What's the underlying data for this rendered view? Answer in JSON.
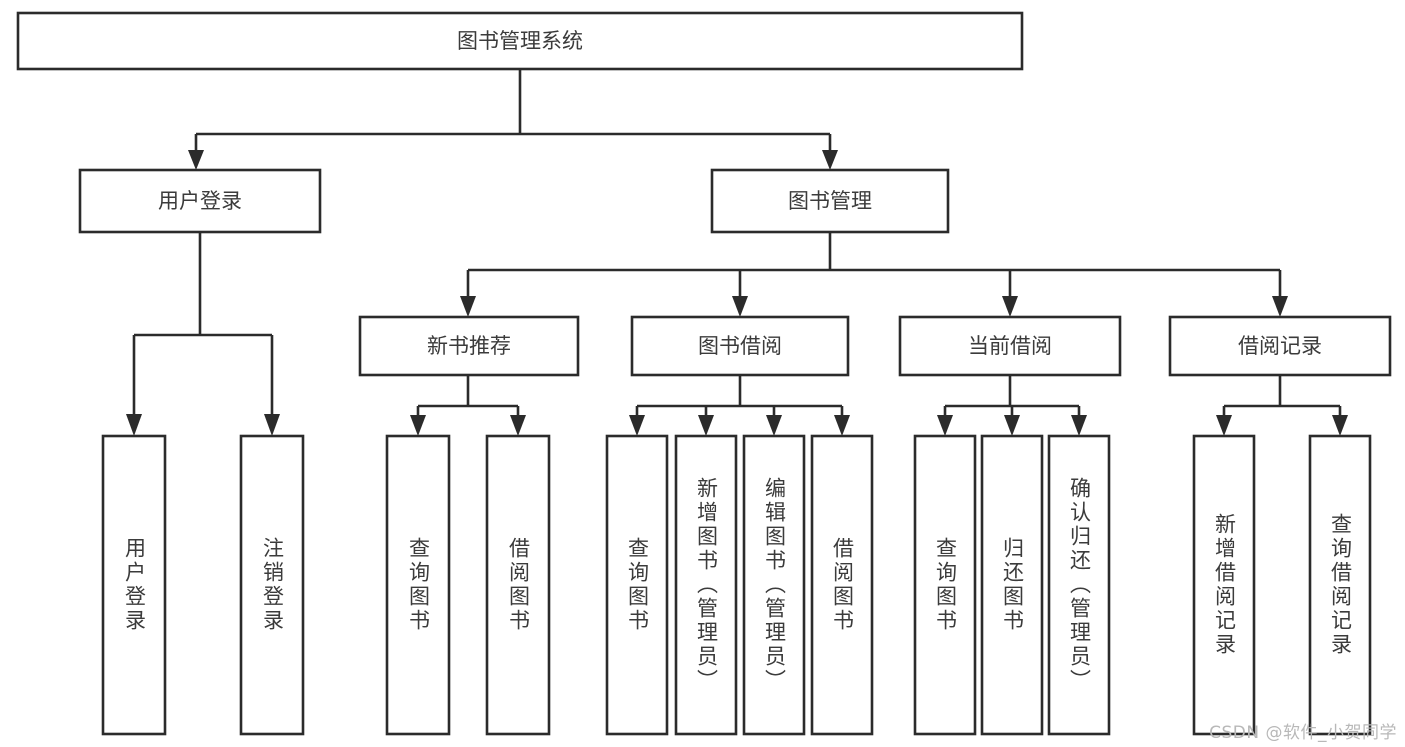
{
  "diagram": {
    "title": "图书管理系统",
    "type": "tree",
    "watermark": "CSDN @软件_小贺同学",
    "colors": {
      "background": "#ffffff",
      "box_fill": "#ffffff",
      "box_stroke": "#2b2b2b",
      "text": "#3b3b3b",
      "watermark_text": "#b8b8b8"
    },
    "root": {
      "label": "图书管理系统"
    },
    "level2": [
      {
        "label": "用户登录"
      },
      {
        "label": "图书管理"
      }
    ],
    "level3": [
      {
        "label": "新书推荐"
      },
      {
        "label": "图书借阅"
      },
      {
        "label": "当前借阅"
      },
      {
        "label": "借阅记录"
      }
    ],
    "leaves": {
      "user_login": [
        {
          "label": "用户登录"
        },
        {
          "label": "注销登录"
        }
      ],
      "new_book_recommend": [
        {
          "label": "查询图书"
        },
        {
          "label": "借阅图书"
        }
      ],
      "book_borrow": [
        {
          "label": "查询图书"
        },
        {
          "label": "新增图书（管理员）"
        },
        {
          "label": "编辑图书（管理员）"
        },
        {
          "label": "借阅图书"
        }
      ],
      "current_borrow": [
        {
          "label": "查询图书"
        },
        {
          "label": "归还图书"
        },
        {
          "label": "确认归还（管理员）"
        }
      ],
      "borrow_record": [
        {
          "label": "新增借阅记录"
        },
        {
          "label": "查询借阅记录"
        }
      ]
    }
  }
}
